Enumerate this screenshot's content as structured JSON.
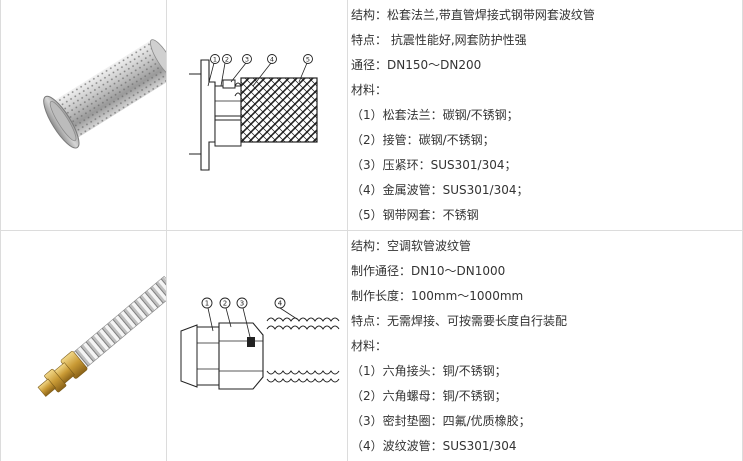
{
  "rows": [
    {
      "lines": [
        "结构：松套法兰,带直管焊接式钢带网套波纹管",
        "特点： 抗震性能好,网套防护性强",
        "通径：DN150～DN200",
        "材料：",
        "（1）松套法兰：碳钢/不锈钢；",
        "（2）接管：碳钢/不锈钢；",
        "（3）压紧环：SUS301/304；",
        "（4）金属波管：SUS301/304；",
        "（5）钢带网套：不锈钢"
      ],
      "callouts": [
        "1",
        "2",
        "3",
        "4",
        "5"
      ]
    },
    {
      "lines": [
        "结构：空调软管波纹管",
        "制作通径：DN10～DN1000",
        "制作长度：100mm～1000mm",
        "特点：无需焊接、可按需要长度自行装配",
        "材料：",
        "（1）六角接头：铜/不锈钢；",
        "（2）六角螺母：铜/不锈钢；",
        "（3）密封垫圈：四氟/优质橡胶；",
        "（4）波纹波管：SUS301/304"
      ],
      "callouts": [
        "1",
        "2",
        "3",
        "4"
      ]
    }
  ]
}
